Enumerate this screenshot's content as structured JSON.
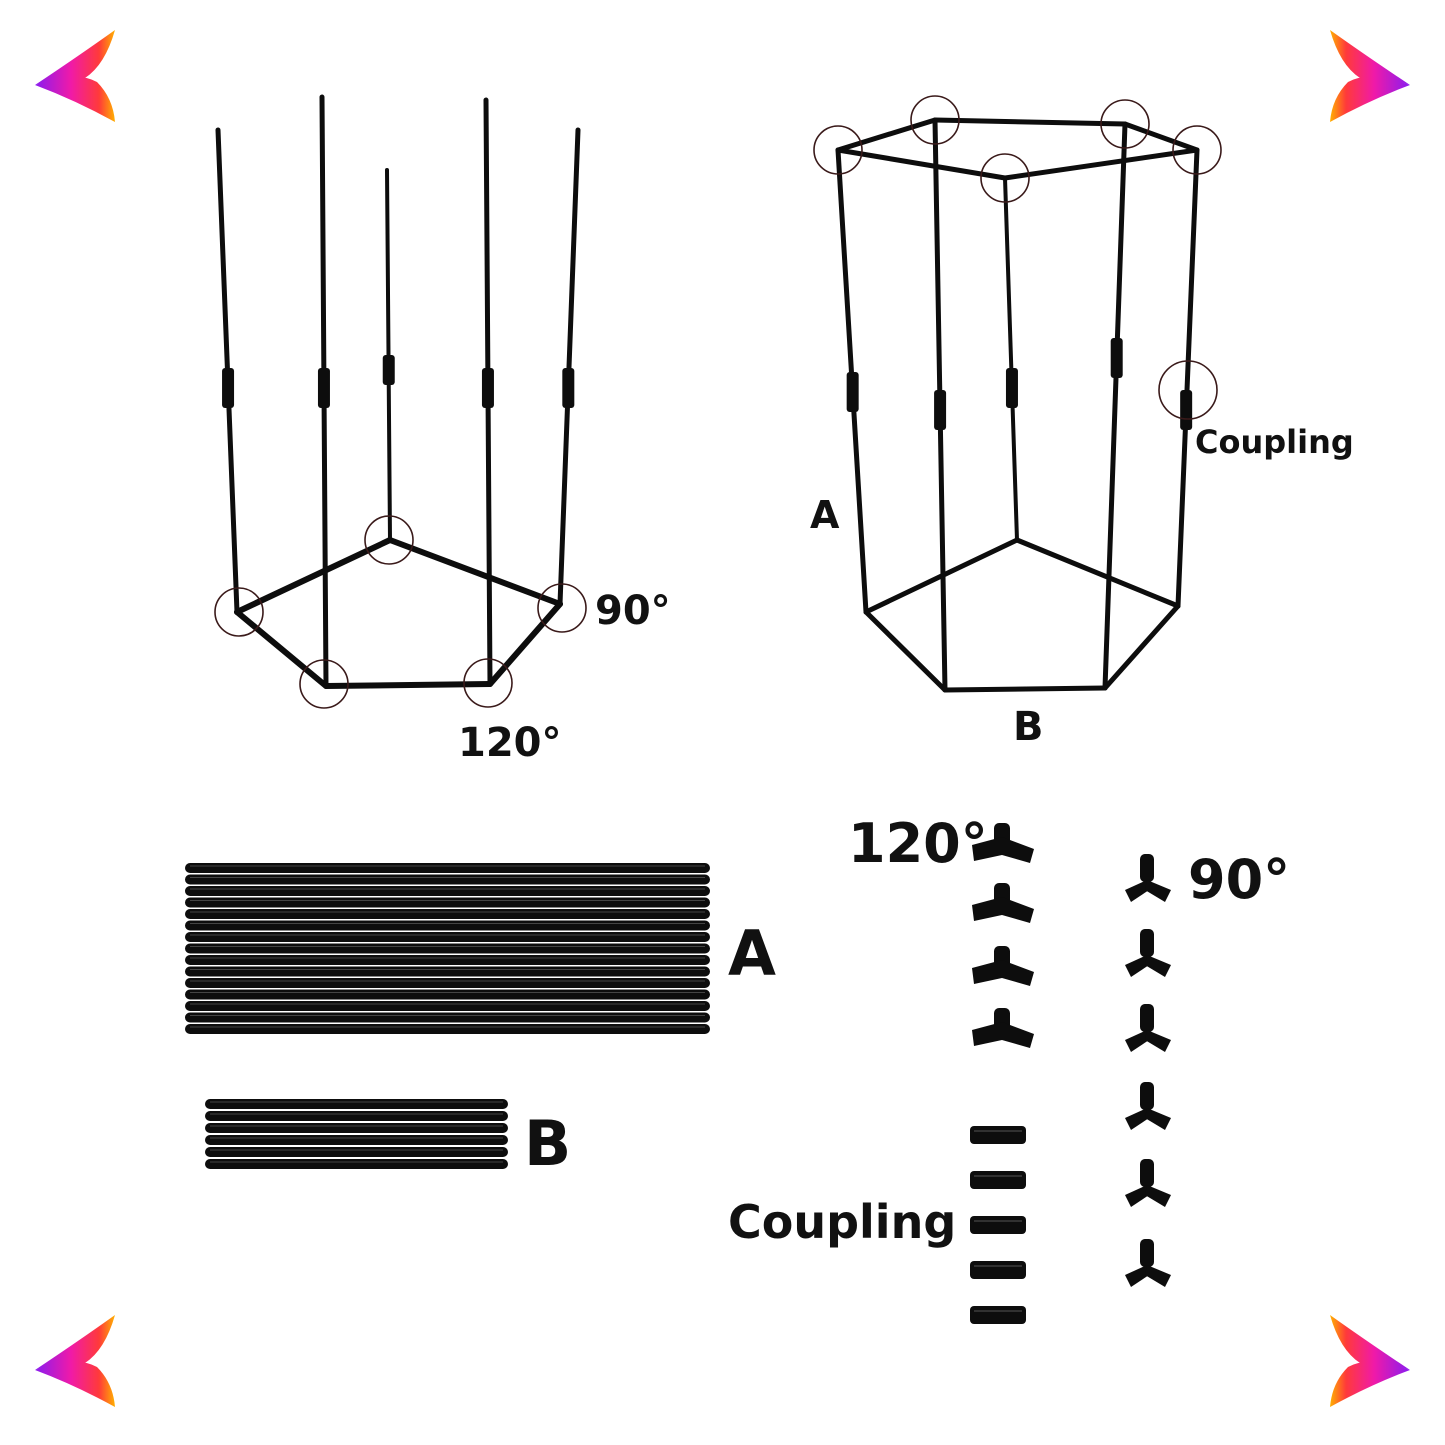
{
  "colors": {
    "ink": "#0d0d0d",
    "circle": "#3a1a1a",
    "logo_start": "#8a1cf0",
    "logo_mid": "#f01aa8",
    "logo_end": "#ffb000"
  },
  "logo": {
    "icon": "arrow-chevron-logo",
    "count": 4
  },
  "assembled_open": {
    "label_90": "90°",
    "label_120": "120°"
  },
  "assembled_closed": {
    "label_a": "A",
    "label_b": "B",
    "label_coupling": "Coupling"
  },
  "parts": {
    "label_120": "120°",
    "label_90": "90°",
    "label_a": "A",
    "label_b": "B",
    "label_coupling": "Coupling",
    "rods_a_count": 15,
    "rods_b_count": 6,
    "fittings_120_count": 4,
    "fittings_90_count": 6,
    "couplings_count": 5
  }
}
